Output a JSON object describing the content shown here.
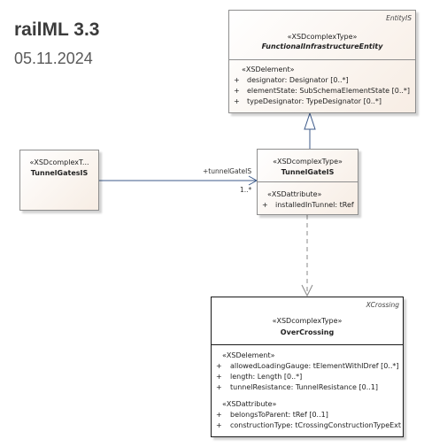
{
  "header": {
    "title": "railML 3.3",
    "date": "05.11.2024"
  },
  "entity": {
    "corner": "EntityIS",
    "stereotype": "«XSDcomplexType»",
    "name": "FunctionalInfrastructureEntity",
    "section": "«XSDelement»",
    "attrs": [
      "designator: Designator [0..*]",
      "elementState: SubSchemaElementState [0..*]",
      "typeDesignator: TypeDesignator [0..*]"
    ]
  },
  "gates": {
    "stereotype": "«XSDcomplexT...",
    "name": "TunnelGatesIS"
  },
  "gate": {
    "stereotype": "«XSDcomplexType»",
    "name": "TunnelGateIS",
    "section": "«XSDattribute»",
    "attrs": [
      "installedInTunnel: tRef"
    ]
  },
  "association": {
    "role": "+tunnelGateIS",
    "multiplicity": "1..*"
  },
  "crossing": {
    "corner": "XCrossing",
    "stereotype": "«XSDcomplexType»",
    "name": "OverCrossing",
    "section1": "«XSDelement»",
    "elements": [
      "allowedLoadingGauge: tElementWithIDref [0..*]",
      "length: Length [0..*]",
      "tunnelResistance: TunnelResistance [0..1]"
    ],
    "section2": "«XSDattribute»",
    "attributes": [
      "belongsToParent: tRef [0..1]",
      "constructionType: tCrossingConstructionTypeExt"
    ]
  },
  "plus": "+"
}
